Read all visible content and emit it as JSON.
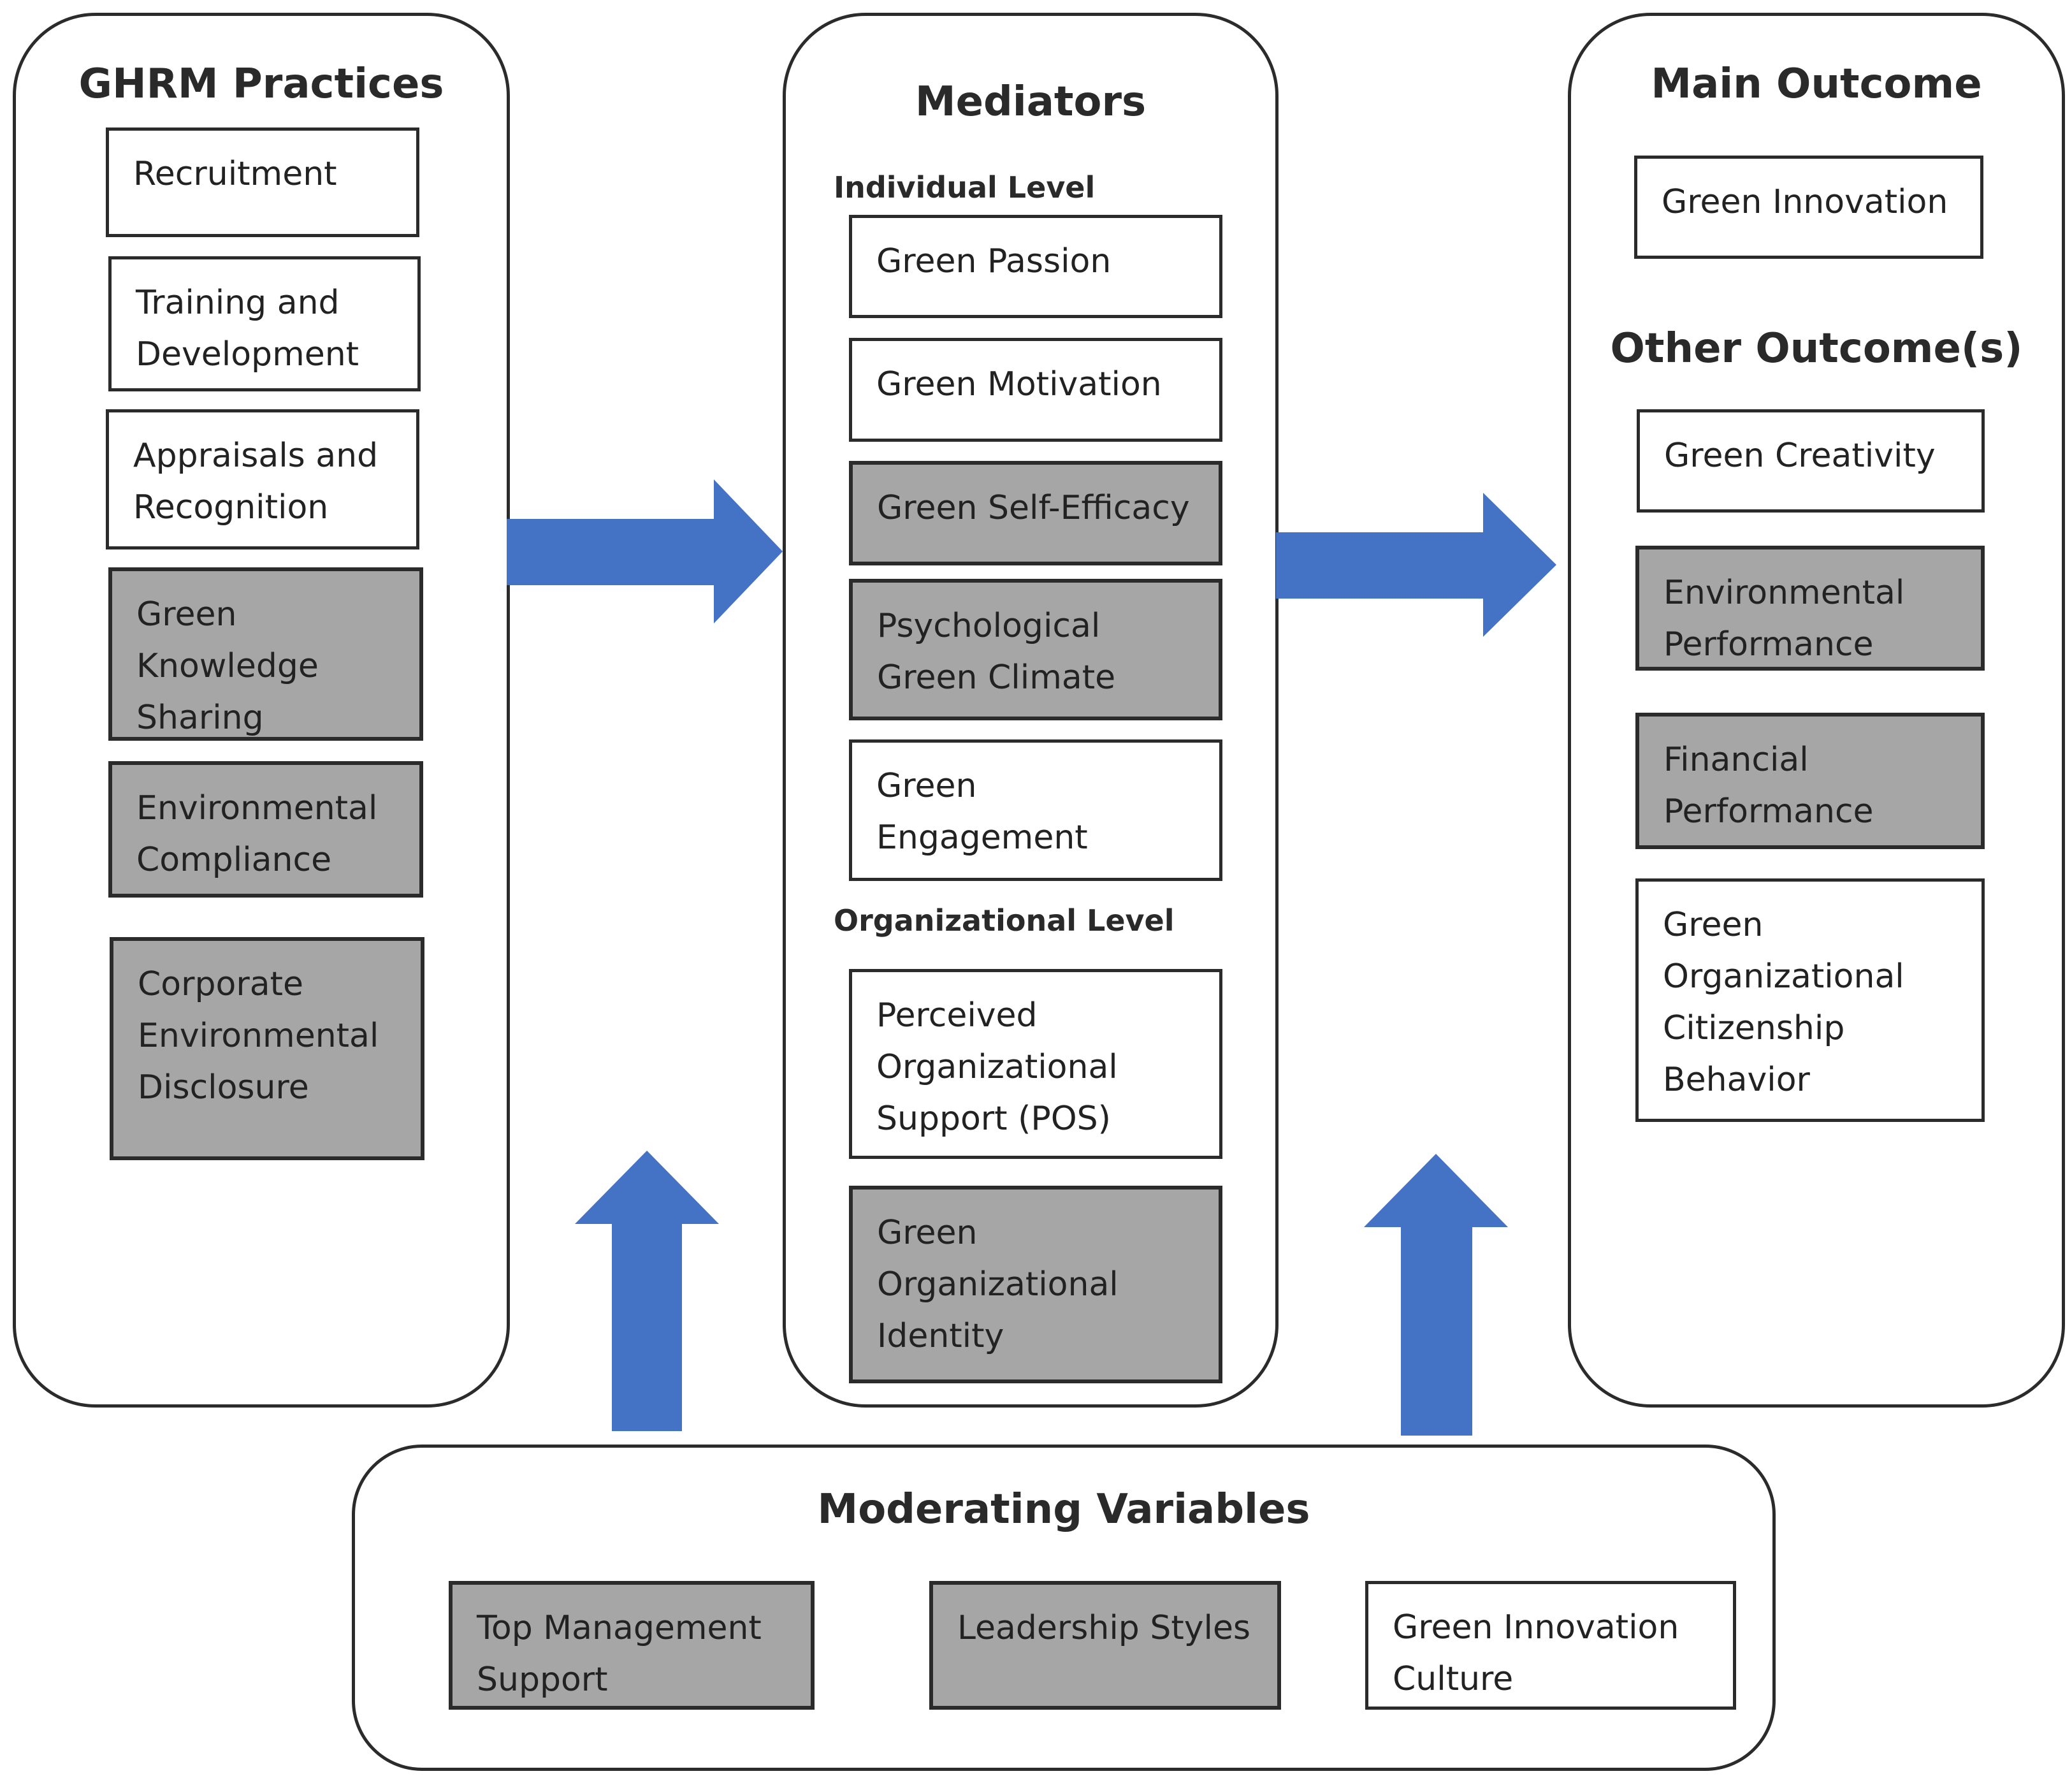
{
  "colors": {
    "arrow": "#4472c4",
    "highlight_box": "#a6a6a6",
    "plain_box": "#ffffff",
    "border": "#2b2b2b"
  },
  "ghrm": {
    "title": "GHRM Practices",
    "items": [
      {
        "lines": [
          "Recruitment"
        ],
        "highlighted": false
      },
      {
        "lines": [
          "Training and",
          "Development"
        ],
        "highlighted": false
      },
      {
        "lines": [
          "Appraisals and",
          "Recognition"
        ],
        "highlighted": false
      },
      {
        "lines": [
          "Green",
          "Knowledge",
          "Sharing"
        ],
        "highlighted": true
      },
      {
        "lines": [
          "Environmental",
          "Compliance"
        ],
        "highlighted": true
      },
      {
        "lines": [
          "Corporate",
          "Environmental",
          "Disclosure"
        ],
        "highlighted": true
      }
    ]
  },
  "mediators": {
    "title": "Mediators",
    "individual_label": "Individual Level",
    "individual": [
      {
        "lines": [
          "Green Passion"
        ],
        "highlighted": false
      },
      {
        "lines": [
          "Green Motivation"
        ],
        "highlighted": false
      },
      {
        "lines": [
          "Green Self-Efficacy"
        ],
        "highlighted": true
      },
      {
        "lines": [
          "Psychological",
          "Green Climate"
        ],
        "highlighted": true
      },
      {
        "lines": [
          "Green Engagement"
        ],
        "highlighted": false
      }
    ],
    "organizational_label": "Organizational Level",
    "organizational": [
      {
        "lines": [
          "Perceived",
          "Organizational",
          "Support (POS)"
        ],
        "highlighted": false
      },
      {
        "lines": [
          "Green",
          "Organizational",
          "Identity"
        ],
        "highlighted": true
      }
    ]
  },
  "outcomes": {
    "main_title": "Main Outcome",
    "main": [
      {
        "lines": [
          "Green Innovation"
        ],
        "highlighted": false
      }
    ],
    "other_title": "Other Outcome(s)",
    "other": [
      {
        "lines": [
          "Green Creativity"
        ],
        "highlighted": false
      },
      {
        "lines": [
          "Environmental",
          "Performance"
        ],
        "highlighted": true
      },
      {
        "lines": [
          "Financial",
          "Performance"
        ],
        "highlighted": true
      },
      {
        "lines": [
          "Green",
          "Organizational",
          "Citizenship",
          "Behavior"
        ],
        "highlighted": false
      }
    ]
  },
  "moderators": {
    "title": "Moderating Variables",
    "items": [
      {
        "lines": [
          "Top Management",
          "Support"
        ],
        "highlighted": true
      },
      {
        "lines": [
          "Leadership Styles"
        ],
        "highlighted": true
      },
      {
        "lines": [
          "Green Innovation",
          "Culture"
        ],
        "highlighted": false
      }
    ]
  }
}
